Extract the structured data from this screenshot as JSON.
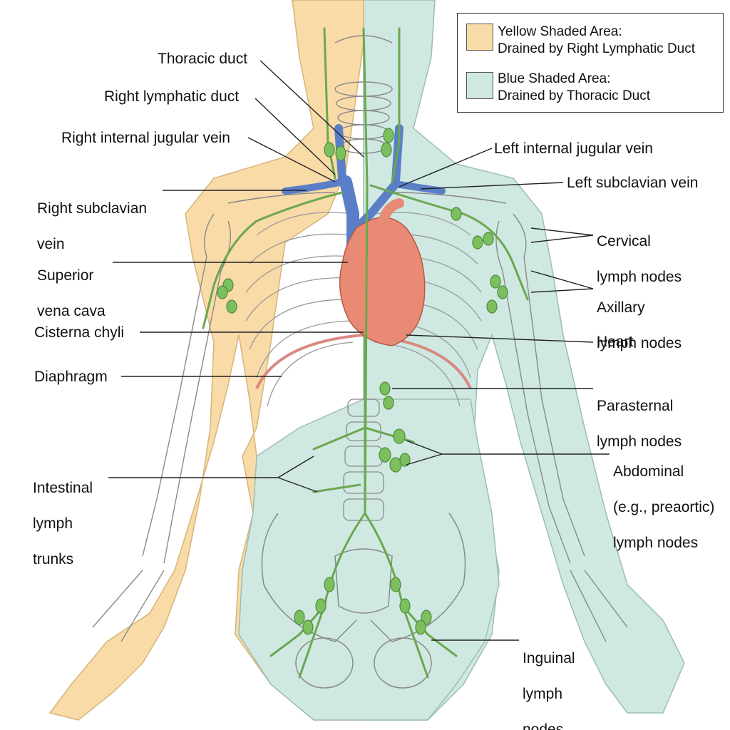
{
  "legend": {
    "items": [
      {
        "title": "Yellow Shaded Area:",
        "desc": "Drained by Right Lymphatic Duct",
        "color": "#f9dba8"
      },
      {
        "title": "Blue Shaded Area:",
        "desc": "Drained by Thoracic Duct",
        "color": "#cfe8e2"
      }
    ]
  },
  "labels": {
    "thoracic_duct": "Thoracic duct",
    "right_lymphatic_duct": "Right lymphatic duct",
    "right_internal_jugular_vein": "Right internal jugular vein",
    "right_subclavian_vein_1": "Right subclavian",
    "right_subclavian_vein_2": "vein",
    "superior_vena_cava_1": "Superior",
    "superior_vena_cava_2": "vena cava",
    "cisterna_chyli": "Cisterna chyli",
    "diaphragm": "Diaphragm",
    "intestinal_lymph_trunks_1": "Intestinal",
    "intestinal_lymph_trunks_2": "lymph",
    "intestinal_lymph_trunks_3": "trunks",
    "left_internal_jugular_vein": "Left internal jugular vein",
    "left_subclavian_vein": "Left subclavian vein",
    "cervical_lymph_nodes_1": "Cervical",
    "cervical_lymph_nodes_2": "lymph nodes",
    "axillary_lymph_nodes_1": "Axillary",
    "axillary_lymph_nodes_2": "lymph nodes",
    "heart": "Heart",
    "parasternal_lymph_nodes_1": "Parasternal",
    "parasternal_lymph_nodes_2": "lymph nodes",
    "abdominal_lymph_nodes_1": "Abdominal",
    "abdominal_lymph_nodes_2": "(e.g., preaortic)",
    "abdominal_lymph_nodes_3": "lymph nodes",
    "inguinal_lymph_nodes_1": "Inguinal",
    "inguinal_lymph_nodes_2": "lymph",
    "inguinal_lymph_nodes_3": "nodes"
  },
  "colors": {
    "right_region": "#f9dba8",
    "left_region": "#cfe8e2",
    "lymph_vessel": "#6aa84f",
    "lymph_node": "#7cbf5e",
    "vein": "#5b7fc7",
    "heart": "#e98a74",
    "diaphragm": "#d98a80",
    "bone_outline": "#8a8a8a",
    "leader_line": "#222222"
  }
}
